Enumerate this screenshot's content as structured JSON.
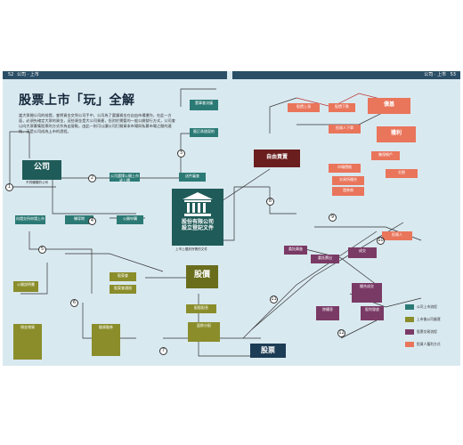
{
  "header": {
    "left_page": "52",
    "left_section": "公司 · 上市",
    "right_section": "公司 · 上市",
    "right_page": "53"
  },
  "title": "股票上市「玩」全解",
  "intro": "當大眾開公司的前提，會將資金交到公司手中，公司為了要讓資金在自由市場運作，在此一方面，必須先確定大眾的資金，這些資金是大公司資產，但對於需要的一般公開發行方式，公司會以向大眾募集股票的方式作為出發點，由此一則可以讓公司打開資本市場與私募市場之間的連結，這是公司成為上市的過程。",
  "nodes": {
    "company": "公司",
    "company_sub": "不同種類的公司",
    "bank": "股份有限公司\n設立登記文件",
    "bank_sub": "上市上櫃前所需的文件",
    "stockprice": "股價",
    "stock": "股票",
    "market": "自由買賣",
    "debt": "債基",
    "profit": "獲利",
    "t1": "公司選擇公開上市或上櫃",
    "t2": "董事會決議",
    "t3": "簽訂承銷契約",
    "t4": "向證交所申請上市",
    "t5": "輔導期",
    "t6": "公開申購",
    "t7": "送件審查",
    "o1": "公開說明書",
    "o2": "股東會",
    "o3": "股東會通過",
    "o4": "配股配息",
    "o5": "現金增資",
    "o6": "融資融券",
    "o7": "盈餘分配",
    "s1": "投資人下單",
    "s2": "市場價格",
    "s3": "交易所撮合",
    "s4": "證券商",
    "s5": "集保帳戶",
    "s6": "交割",
    "s7": "投資人",
    "s8": "股價上漲",
    "s9": "股價下跌",
    "p1": "委託買進",
    "p2": "委託賣出",
    "p3": "成交",
    "p4": "撮合成交",
    "p5": "除權息",
    "p6": "股利發放"
  },
  "legend": [
    {
      "label": "公司上市流程",
      "color": "#2c7a75"
    },
    {
      "label": "上市後公司營運",
      "color": "#8a8d2a"
    },
    {
      "label": "股票交易流程",
      "color": "#7a3a66"
    },
    {
      "label": "投資人獲利方式",
      "color": "#e9755b"
    }
  ]
}
